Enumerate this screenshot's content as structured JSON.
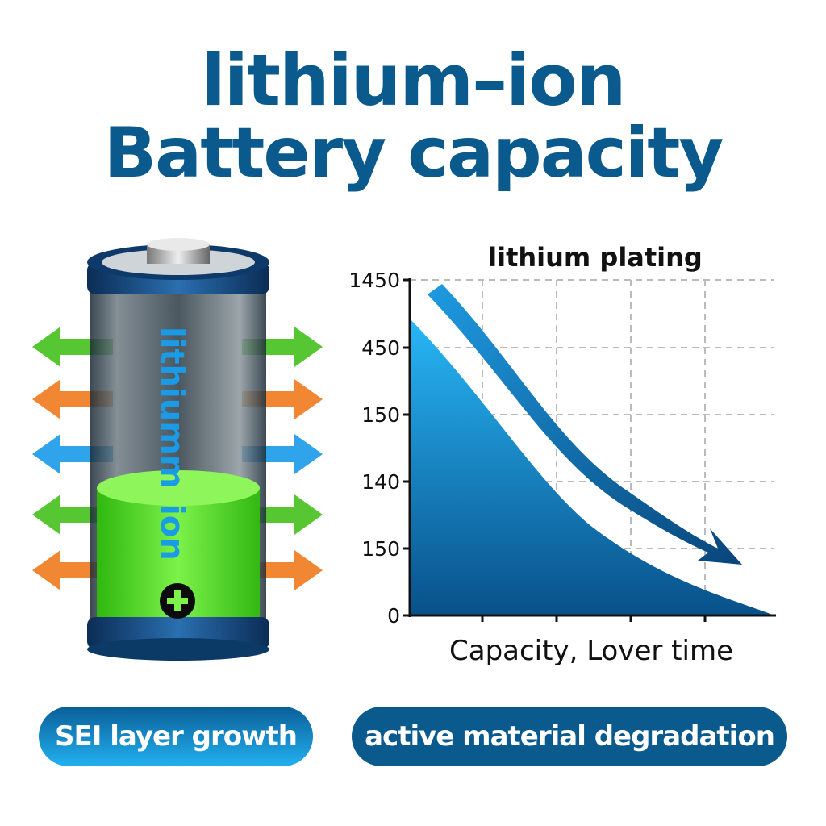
{
  "title": {
    "line1": "lithium–ion",
    "line2": "Battery capacity"
  },
  "battery": {
    "label_top": "lithiumm",
    "label_bottom": "ion",
    "terminal_symbol": "plus-icon",
    "arrow_colors": [
      "#44c21c",
      "#f07a1e",
      "#1a9be8",
      "#44c21c",
      "#f07a1e"
    ],
    "fill_color": "#4de01a"
  },
  "chart_data": {
    "type": "area",
    "title": "lithium plating",
    "xlabel": "Capacity,  Lover time",
    "ylabel": "",
    "y_tick_labels": [
      "1450",
      "450",
      "150",
      "140",
      "150",
      "0"
    ],
    "x_ticks": 5,
    "grid": "dashed",
    "series": [
      {
        "name": "capacity",
        "x": [
          0,
          1,
          2,
          3,
          4,
          4.9
        ],
        "values": [
          1100,
          700,
          420,
          220,
          90,
          0
        ]
      }
    ],
    "annotation": "downward trend arrow",
    "colors": {
      "area_top": "#28b6f6",
      "area_bottom": "#08518a",
      "arrow": "#0b5b95"
    }
  },
  "pills": [
    {
      "label": "SEI layer growth"
    },
    {
      "label": "active material degradation"
    }
  ]
}
